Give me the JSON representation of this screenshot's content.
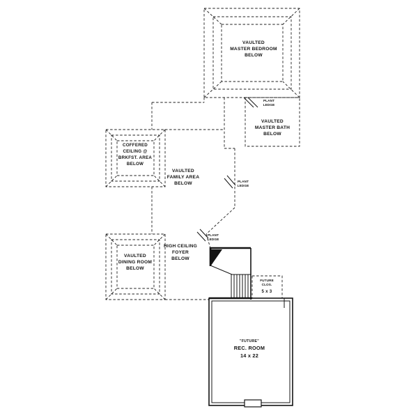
{
  "drawing": {
    "background": "#ffffff",
    "line_color": "#1f1f1f"
  },
  "rooms": {
    "master_bedroom": {
      "lines": [
        "VAULTED",
        "MASTER BEDROOM",
        "BELOW"
      ]
    },
    "master_bath": {
      "lines": [
        "VAULTED",
        "MASTER BATH",
        "BELOW"
      ]
    },
    "breakfast": {
      "lines": [
        "COFFERED",
        "CEILING @",
        "BRKFST. AREA",
        "BELOW"
      ]
    },
    "family": {
      "lines": [
        "VAULTED",
        "FAMILY AREA",
        "BELOW"
      ]
    },
    "dining": {
      "lines": [
        "VAULTED",
        "DINING ROOM",
        "BELOW"
      ]
    },
    "foyer": {
      "lines": [
        "HIGH CEILING",
        "FOYER",
        "BELOW"
      ]
    },
    "closet": {
      "lines": [
        "FUTURE",
        "CLOS.",
        "5 x 3"
      ]
    },
    "rec_room": {
      "lines": [
        "\"FUTURE\"",
        "REC. ROOM",
        "14 x 22"
      ]
    }
  },
  "annotations": {
    "plant_ledge_bath": {
      "lines": [
        "PLANT",
        "LEDGE"
      ]
    },
    "plant_ledge_family": {
      "lines": [
        "PLANT",
        "LEDGE"
      ]
    },
    "plant_ledge_foyer": {
      "lines": [
        "PLANT",
        "LEDGE"
      ]
    }
  }
}
